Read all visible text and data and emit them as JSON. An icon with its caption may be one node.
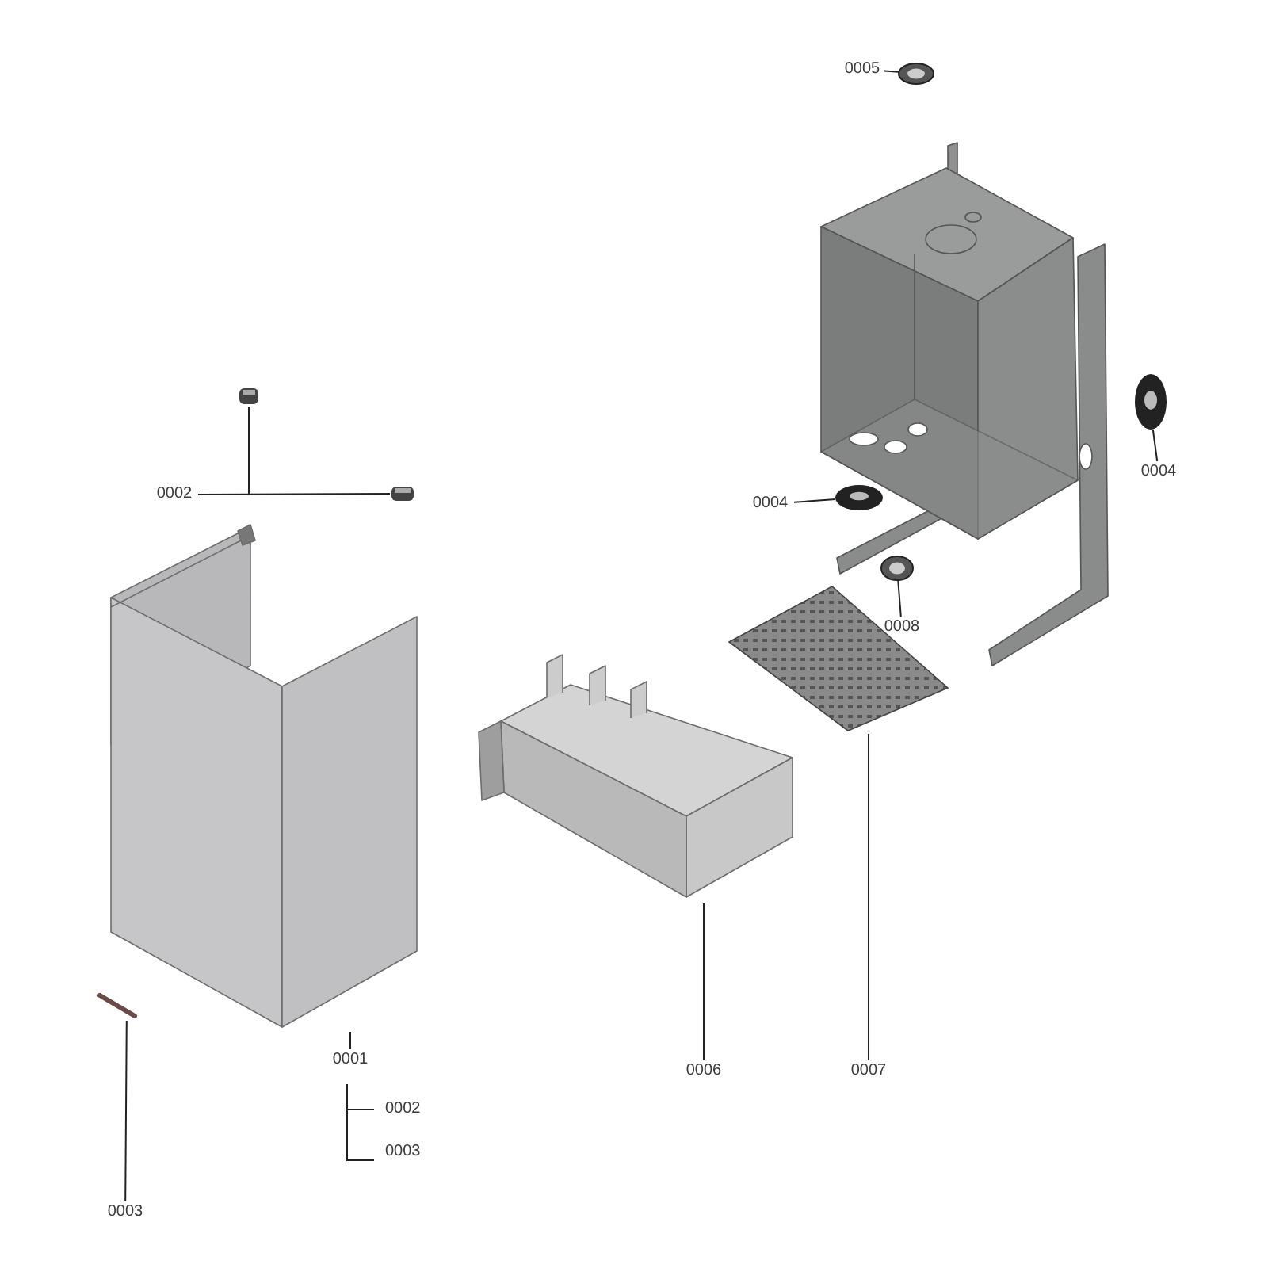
{
  "diagram": {
    "nodes": [
      {
        "text": [
          "0005"
        ]
      },
      {
        "text": [],
        "shape": "picture"
      },
      {
        "text": [
          "0004"
        ]
      },
      {
        "text": [],
        "shape": "picture"
      },
      {
        "text": [
          "0004"
        ]
      },
      {
        "text": [],
        "shape": "picture"
      },
      {
        "text": [
          "0008"
        ]
      },
      {
        "text": [],
        "shape": "picture"
      },
      {
        "text": [
          "0002"
        ]
      },
      {
        "text": [],
        "shape": "picture"
      },
      {
        "text": [],
        "shape": "picture"
      },
      {
        "text": [],
        "shape": "picture"
      },
      {
        "text": [],
        "shape": "picture"
      },
      {
        "text": [],
        "shape": "picture"
      },
      {
        "text": [
          "0006"
        ]
      },
      {
        "text": [
          "0007"
        ]
      },
      {
        "text": [
          "0001"
        ]
      },
      {
        "text": [
          "0003"
        ]
      },
      {
        "text": [],
        "shape": "picture"
      }
    ],
    "edges": [
      {
        "from": 0,
        "to": 1,
        "arrow": "none"
      },
      {
        "from": 2,
        "to": 3,
        "arrow": "none"
      },
      {
        "from": 4,
        "to": 5,
        "arrow": "none"
      },
      {
        "from": 6,
        "to": 7,
        "arrow": "none"
      },
      {
        "from": 8,
        "to": 9,
        "arrow": "none"
      },
      {
        "from": 8,
        "to": 10,
        "arrow": "none"
      },
      {
        "from": 14,
        "to": 12,
        "arrow": "none"
      },
      {
        "from": 15,
        "to": 13,
        "arrow": "none"
      },
      {
        "from": 16,
        "to": 11,
        "arrow": "none"
      },
      {
        "from": 17,
        "to": 18,
        "arrow": "none"
      }
    ],
    "labels": [
      "0002",
      "0003"
    ]
  }
}
